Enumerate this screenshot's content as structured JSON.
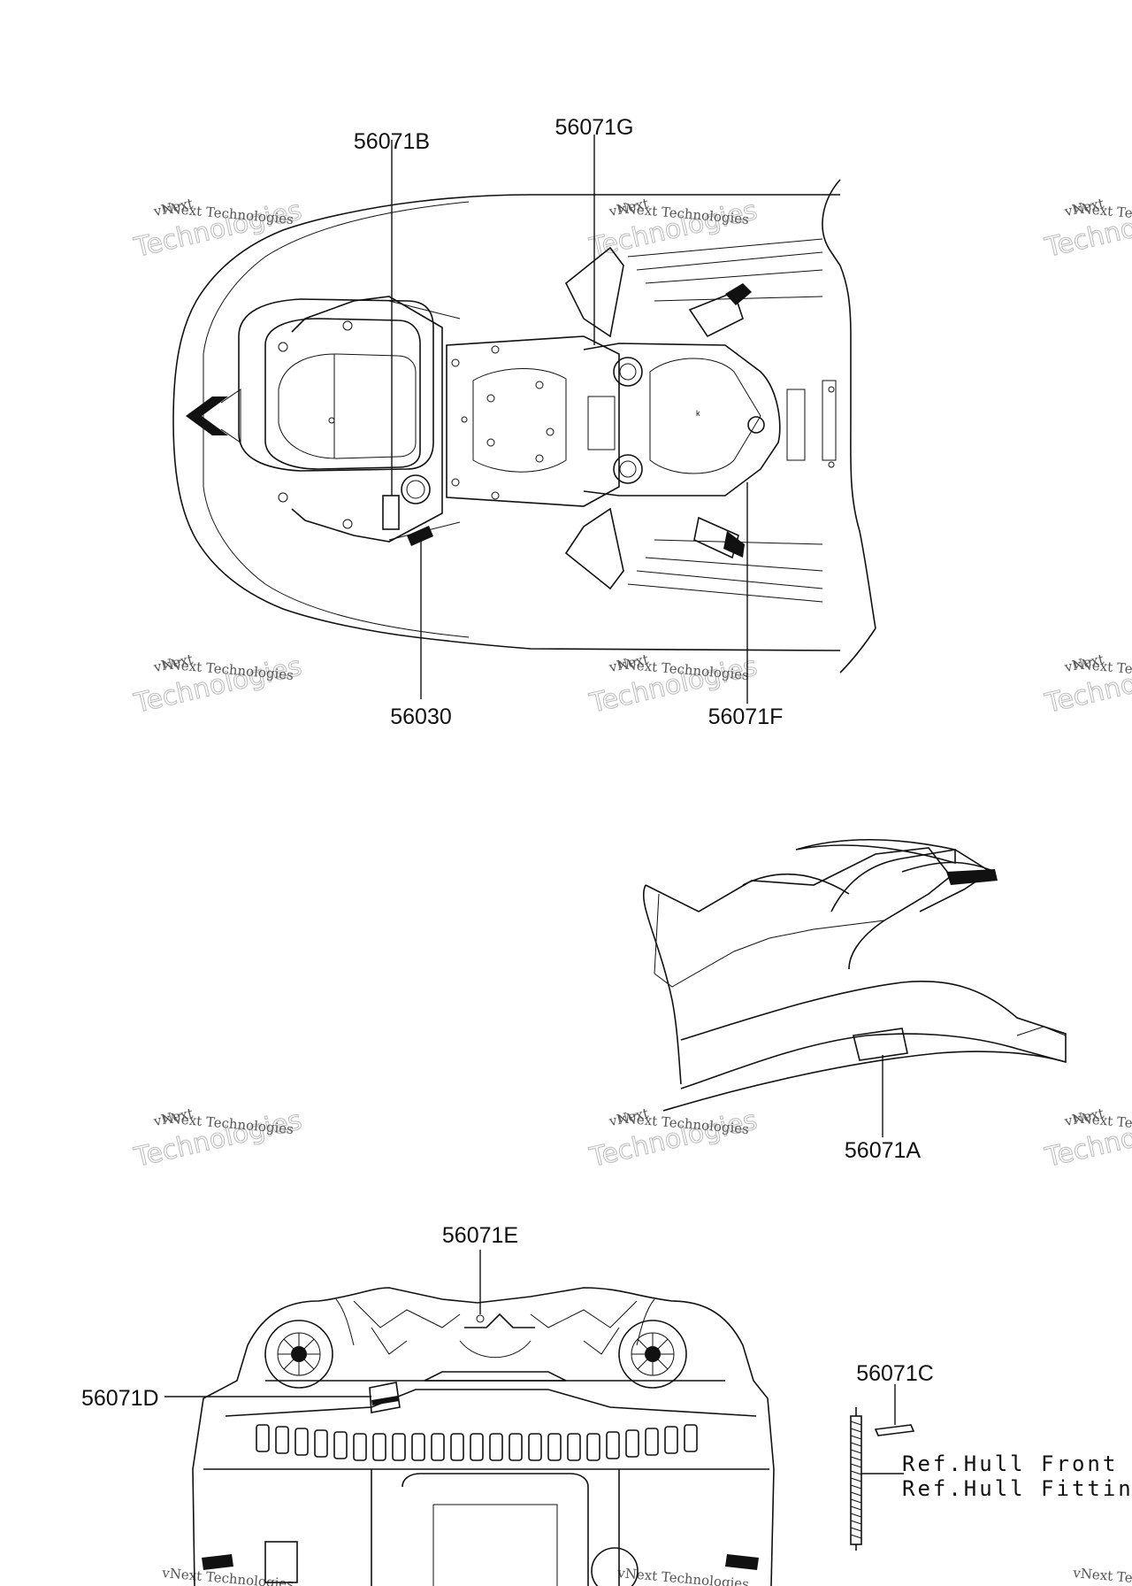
{
  "callouts": {
    "b": "56071B",
    "g": "56071G",
    "p30": "56030",
    "f": "56071F",
    "a": "56071A",
    "e": "56071E",
    "d": "56071D",
    "c": "56071C"
  },
  "references": {
    "front": "Ref.Hull Front F",
    "fitting": "Ref.Hull Fitting"
  },
  "watermark": {
    "line": "vNext Technologies",
    "big": "Technologies",
    "small": "vNext"
  }
}
